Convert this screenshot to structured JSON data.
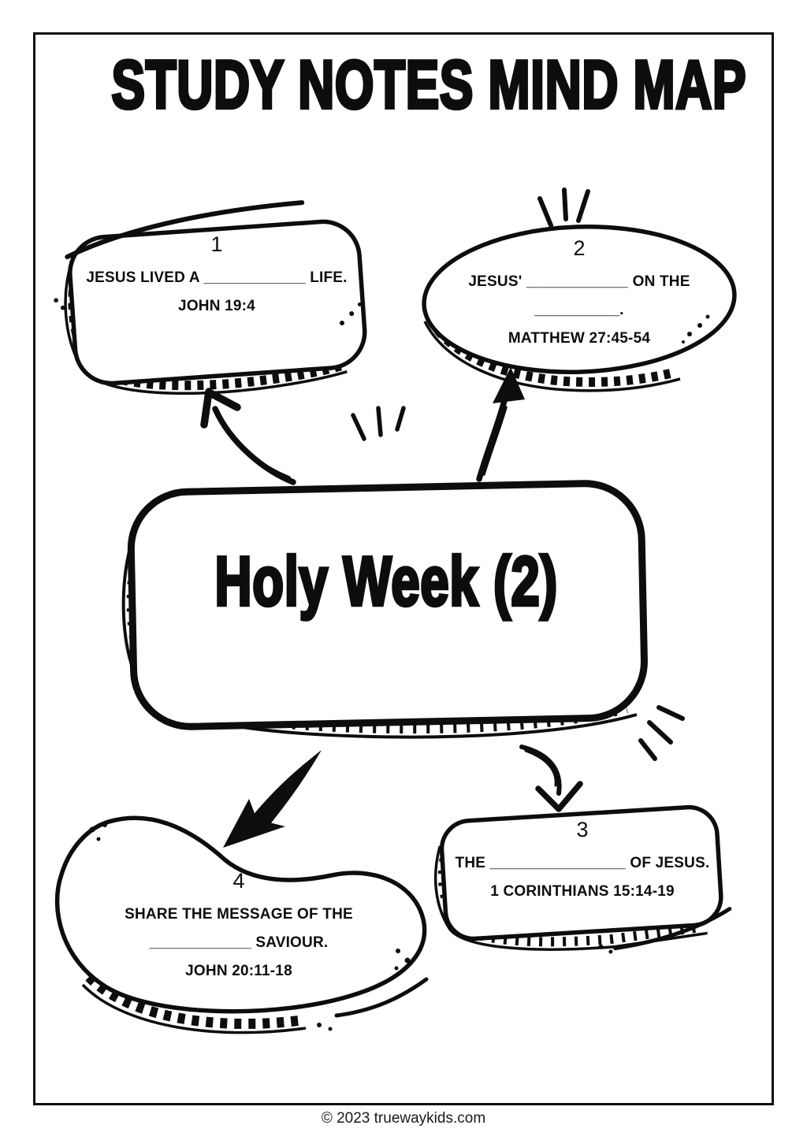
{
  "page": {
    "title": "STUDY NOTES MIND MAP",
    "footer": "© 2023 truewaykids.com"
  },
  "center": {
    "label": "Holy Week (2)"
  },
  "nodes": [
    {
      "number": "1",
      "lines": [
        "JESUS LIVED A ____________ LIFE.",
        "JOHN 19:4"
      ]
    },
    {
      "number": "2",
      "lines": [
        "JESUS' ____________ ON THE",
        "__________.",
        "MATTHEW 27:45-54"
      ]
    },
    {
      "number": "3",
      "lines": [
        "THE ________________ OF JESUS.",
        "1 CORINTHIANS 15:14-19"
      ]
    },
    {
      "number": "4",
      "lines": [
        "SHARE THE MESSAGE OF THE",
        "____________ SAVIOUR.",
        "JOHN 20:11-18"
      ]
    }
  ],
  "colors": {
    "ink": "#0d0d0d",
    "paper": "#ffffff"
  }
}
